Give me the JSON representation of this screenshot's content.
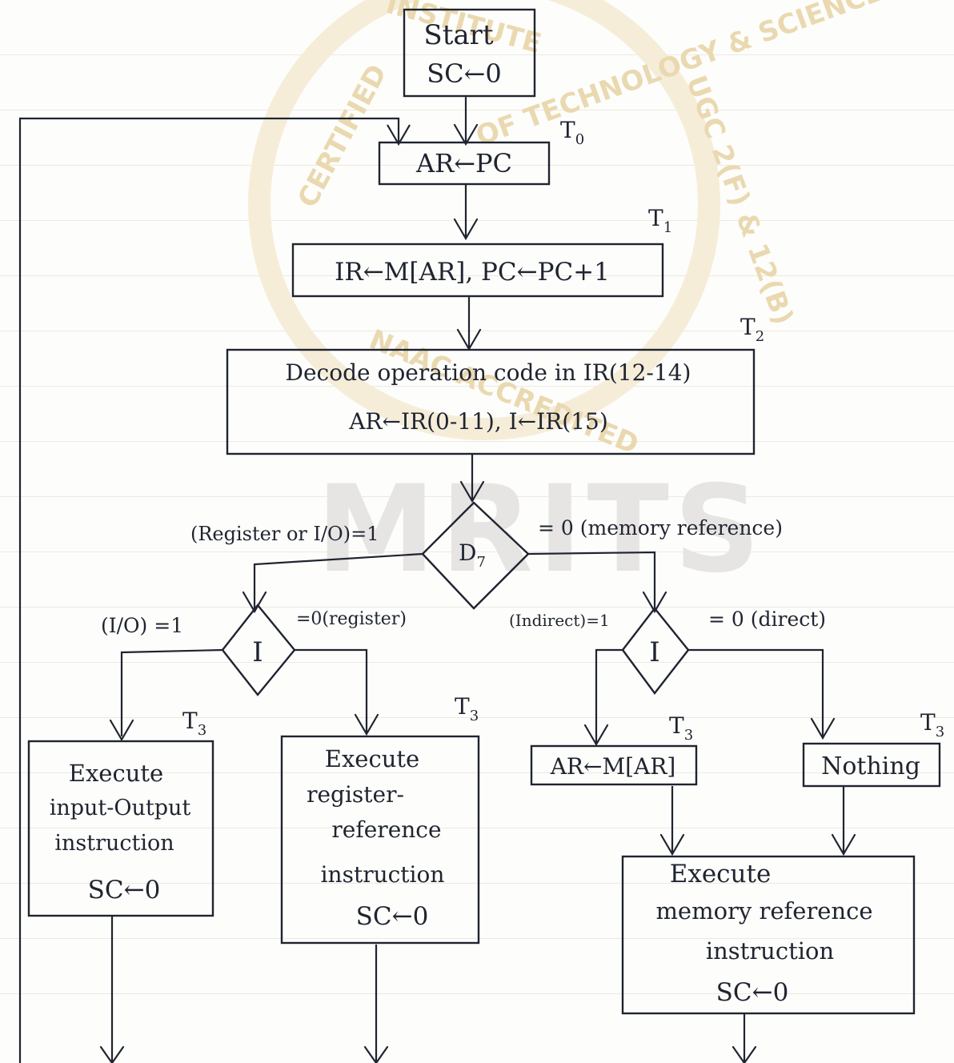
{
  "watermark": {
    "main_text": "MRITS",
    "seal_texts": [
      "OF TECHNOLOGY & SCIENCE",
      "CERTIFIED",
      "UGC 2(F) & 12(B)",
      "NAAC ACCREDITED",
      "INSTITUTE"
    ],
    "accent_color": "#e8d9b6"
  },
  "flowchart": {
    "start": {
      "line1": "Start",
      "line2": "SC←0"
    },
    "fetch_t0": {
      "text": "AR←PC",
      "timing": "T",
      "timing_sub": "0"
    },
    "fetch_t1": {
      "text": "IR←M[AR], PC←PC+1",
      "timing": "T",
      "timing_sub": "1"
    },
    "decode_t2": {
      "line1": "Decode operation code in IR(12-14)",
      "line2": "AR←IR(0-11), I←IR(15)",
      "timing": "T",
      "timing_sub": "2"
    },
    "d7": {
      "symbol": "D",
      "symbol_sub": "7",
      "left_label": "(Register or I/O)=1",
      "right_label": "= 0 (memory reference)"
    },
    "i_left": {
      "symbol": "I",
      "left_label": "(I/O) =1",
      "right_label": "=0(register)"
    },
    "i_right": {
      "symbol": "I",
      "left_label": "(Indirect)=1",
      "right_label": "= 0 (direct)"
    },
    "io_exec": {
      "line1": "Execute",
      "line2": "input-Output",
      "line3": "instruction",
      "line4": "SC←0",
      "timing": "T",
      "timing_sub": "3"
    },
    "reg_exec": {
      "line1": "Execute",
      "line2": "register-",
      "line3": "reference",
      "line4": "instruction",
      "line5": "SC←0",
      "timing": "T",
      "timing_sub": "3"
    },
    "indirect": {
      "text": "AR←M[AR]",
      "timing": "T",
      "timing_sub": "3"
    },
    "nothing": {
      "text": "Nothing",
      "timing": "T",
      "timing_sub": "3"
    },
    "mem_exec": {
      "line1": "Execute",
      "line2": "memory reference",
      "line3": "instruction",
      "line4": "SC←0"
    }
  }
}
